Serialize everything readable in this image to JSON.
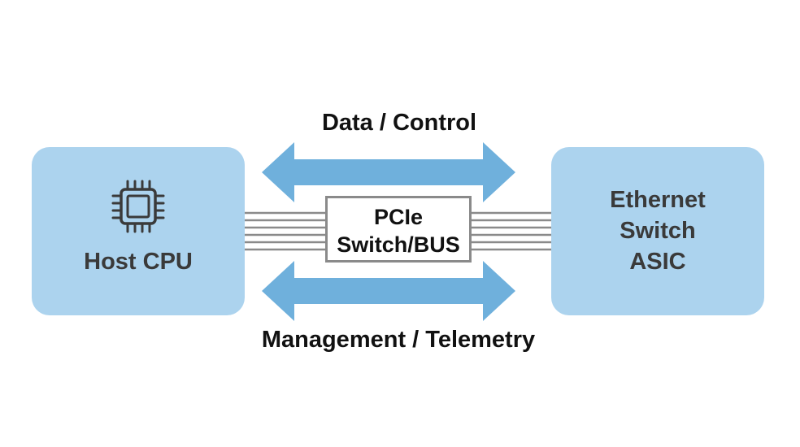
{
  "host": {
    "label": "Host CPU",
    "icon": "cpu-chip-icon"
  },
  "asic": {
    "label": "Ethernet\nSwitch\nASIC"
  },
  "bus": {
    "label": "PCIe\nSwitch/BUS"
  },
  "flows": {
    "top": "Data / Control",
    "bottom": "Management / Telemetry"
  },
  "colors": {
    "box_fill": "#acd3ee",
    "arrow_fill": "#6fb0dc",
    "wire": "#8a8a8a",
    "bus_border": "#8a8a8a",
    "label_dark": "#3a3a3a"
  }
}
